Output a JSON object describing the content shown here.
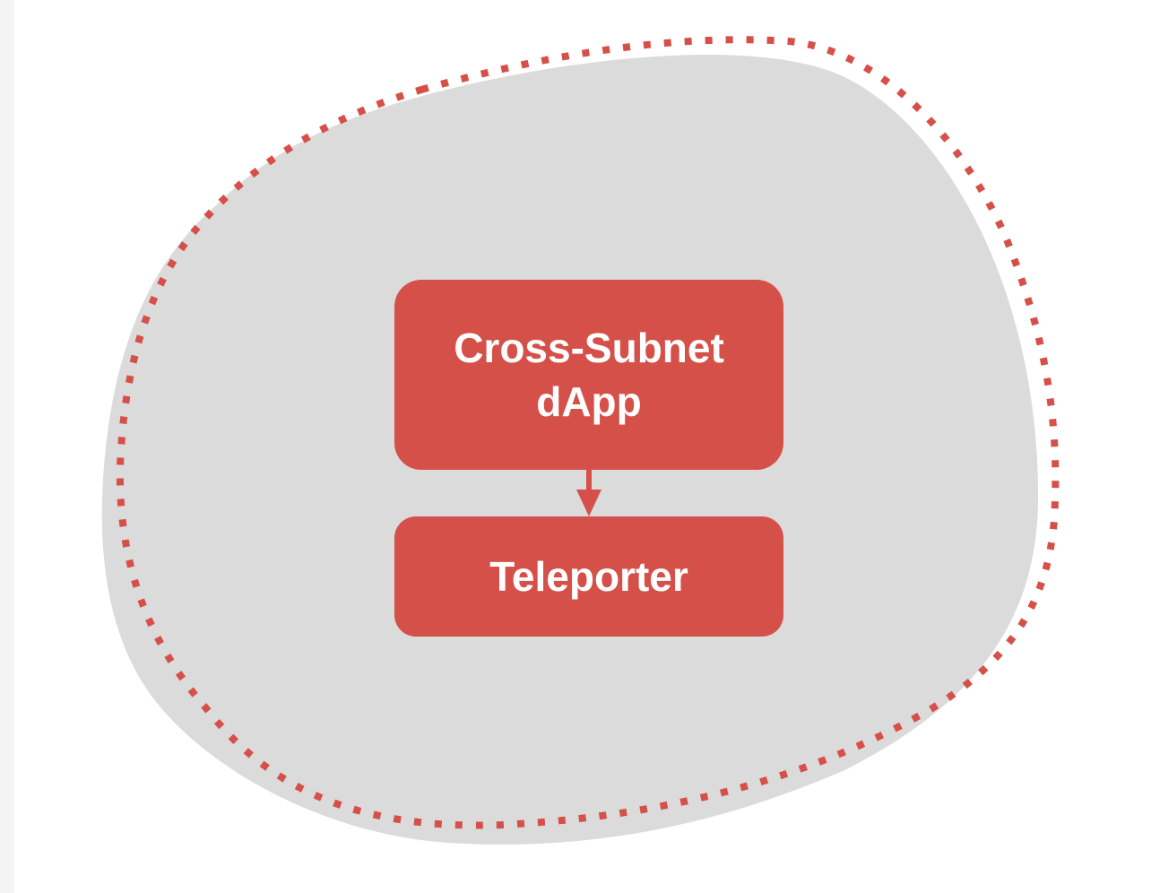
{
  "diagram": {
    "colors": {
      "region_fill": "#dbdbdb",
      "accent": "#d6504a",
      "node_text": "#ffffff"
    },
    "nodes": {
      "dapp": {
        "line1": "Cross-Subnet",
        "line2": "dApp"
      },
      "teleporter": {
        "label": "Teleporter"
      }
    },
    "edges": [
      {
        "from": "dapp",
        "to": "teleporter",
        "style": "arrow"
      }
    ]
  }
}
